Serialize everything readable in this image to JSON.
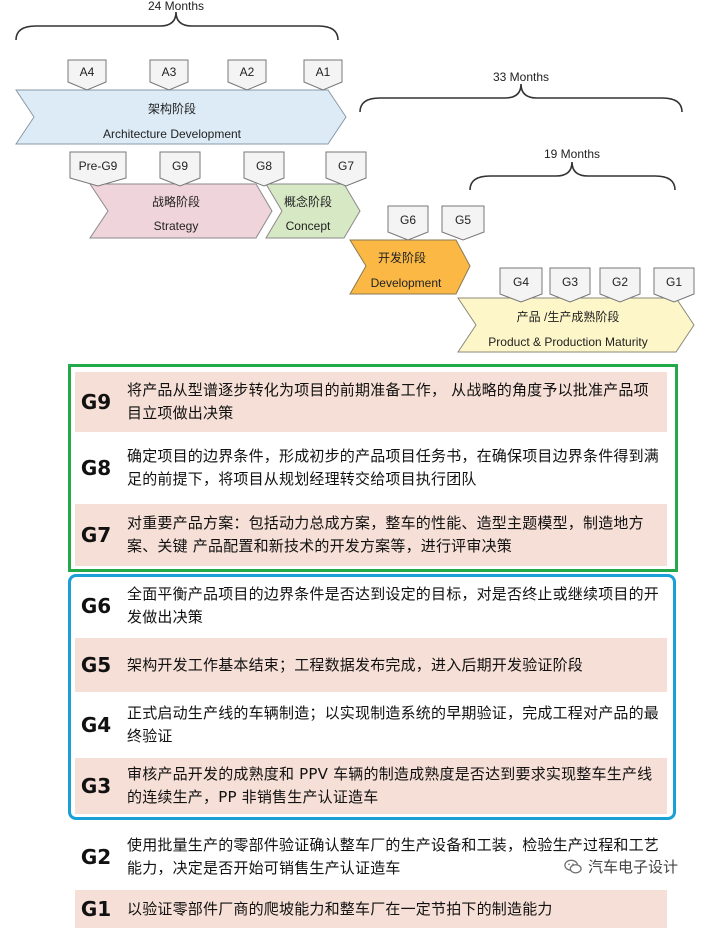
{
  "timeline": {
    "durations": [
      "24 Months",
      "33 Months",
      "19 Months"
    ],
    "phases": [
      {
        "cn": "架构阶段",
        "en": "Architecture Development",
        "color": "#dcebf6"
      },
      {
        "cn": "战略阶段",
        "en": "Strategy",
        "color": "#f0d4dc"
      },
      {
        "cn": "概念阶段",
        "en": "Concept",
        "color": "#d6e8c4"
      },
      {
        "cn": "开发阶段",
        "en": "Development",
        "color": "#fbb845"
      },
      {
        "cn": "产品 /生产成熟阶段",
        "en": "Product & Production Maturity",
        "color": "#fdf6c8"
      }
    ],
    "gates": [
      "A4",
      "A3",
      "A2",
      "A1",
      "Pre-G9",
      "G9",
      "G8",
      "G7",
      "G6",
      "G5",
      "G4",
      "G3",
      "G2",
      "G1"
    ]
  },
  "gates_table": [
    {
      "code": "G9",
      "text": "将产品从型谱逐步转化为项目的前期准备工作， 从战略的角度予以批准产品项目立项做出决策"
    },
    {
      "code": "G8",
      "text": "确定项目的边界条件，形成初步的产品项目任务书，在确保项目边界条件得到满足的前提下，将项目从规划经理转交给项目执行团队"
    },
    {
      "code": "G7",
      "text": "对重要产品方案：包括动力总成方案，整车的性能、造型主题模型，制造地方案、关键 产品配置和新技术的开发方案等，进行评审决策"
    },
    {
      "code": "G6",
      "text": "全面平衡产品项目的边界条件是否达到设定的目标，对是否终止或继续项目的开发做出决策"
    },
    {
      "code": "G5",
      "text": "架构开发工作基本结束；工程数据发布完成，进入后期开发验证阶段"
    },
    {
      "code": "G4",
      "text": "正式启动生产线的车辆制造；以实现制造系统的早期验证，完成工程对产品的最终验证"
    },
    {
      "code": "G3",
      "text": "审核产品开发的成熟度和 PPV 车辆的制造成熟度是否达到要求实现整车生产线的连续生产，PP 非销售生产认证造车"
    },
    {
      "code": "G2",
      "text": "使用批量生产的零部件验证确认整车厂的生产设备和工装，检验生产过程和工艺能力，决定是否开始可销售生产认证造车"
    },
    {
      "code": "G1",
      "text": "以验证零部件厂商的爬坡能力和整车厂在一定节拍下的制造能力"
    }
  ],
  "watermark": {
    "text": "汽车电子设计",
    "icon": "wechat-icon"
  }
}
